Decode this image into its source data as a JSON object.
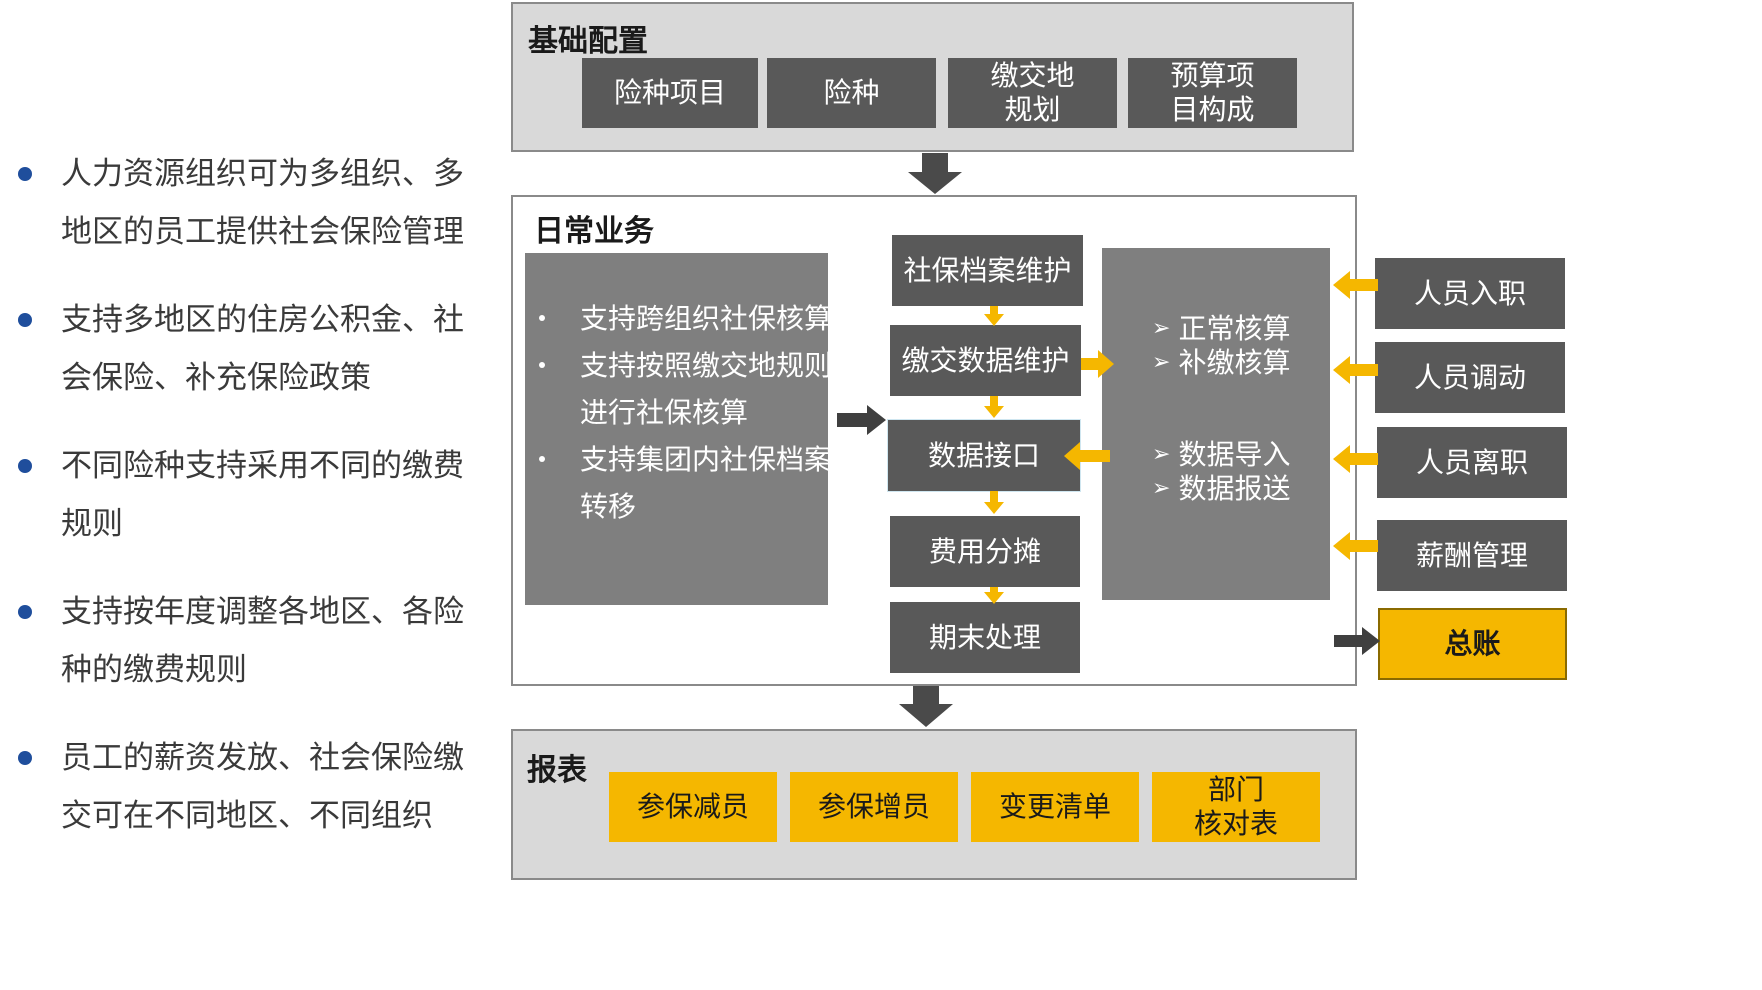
{
  "features": [
    {
      "text": "人力资源组织可为多组织、多地区的员工提供社会保险管理"
    },
    {
      "text": "支持多地区的住房公积金、社会保险、补充保险政策"
    },
    {
      "text": "不同险种支持采用不同的缴费规则"
    },
    {
      "text": "支持按年度调整各地区、各险种的缴费规则"
    },
    {
      "text": "员工的薪资发放、社会保险缴交可在不同地区、不同组织"
    }
  ],
  "basic_config": {
    "title": "基础配置",
    "items": [
      {
        "label": "险种项目"
      },
      {
        "label": "险种"
      },
      {
        "label": "缴交地\n规划"
      },
      {
        "label": "预算项\n目构成"
      }
    ]
  },
  "daily": {
    "title": "日常业务",
    "capabilities": [
      {
        "text": "支持跨组织社保核算"
      },
      {
        "text": "支持按照缴交地规则"
      },
      {
        "text": "进行社保核算",
        "continuation": true
      },
      {
        "text": "支持集团内社保档案"
      },
      {
        "text": "转移",
        "continuation": true
      }
    ],
    "flow": [
      {
        "label": "社保档案维护"
      },
      {
        "label": "缴交数据维护"
      },
      {
        "label": "数据接口"
      },
      {
        "label": "费用分摊"
      },
      {
        "label": "期末处理"
      }
    ],
    "accounting": [
      {
        "text": "正常核算"
      },
      {
        "text": "补缴核算"
      }
    ],
    "data_ops": [
      {
        "text": "数据导入"
      },
      {
        "text": "数据报送"
      }
    ]
  },
  "external": [
    {
      "label": "人员入职"
    },
    {
      "label": "人员调动"
    },
    {
      "label": "人员离职"
    },
    {
      "label": "薪酬管理"
    },
    {
      "label": "总账"
    }
  ],
  "reports": {
    "title": "报表",
    "items": [
      {
        "label": "参保减员"
      },
      {
        "label": "参保增员"
      },
      {
        "label": "变更清单"
      },
      {
        "label": "部门\n核对表"
      }
    ]
  },
  "colors": {
    "dark_box": "#595959",
    "mid_box": "#7f7f7f",
    "accent_gold": "#f5b700",
    "panel_gray": "#d9d9d9",
    "bullet_blue": "#1f4e9c"
  }
}
